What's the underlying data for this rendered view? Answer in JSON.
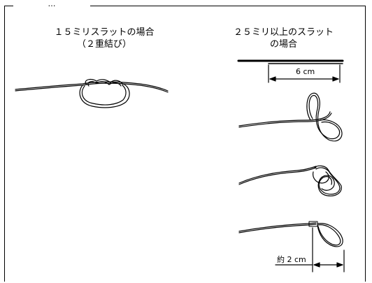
{
  "header_fragment": "…",
  "left": {
    "title_line1": "１５ミリスラットの場合",
    "title_line2": "（２重結び）"
  },
  "right": {
    "title_line1": "２５ミリ以上のスラット",
    "title_line2": "の場合",
    "dimension_top": "6 cm",
    "dimension_bottom": "約 2 cm"
  }
}
